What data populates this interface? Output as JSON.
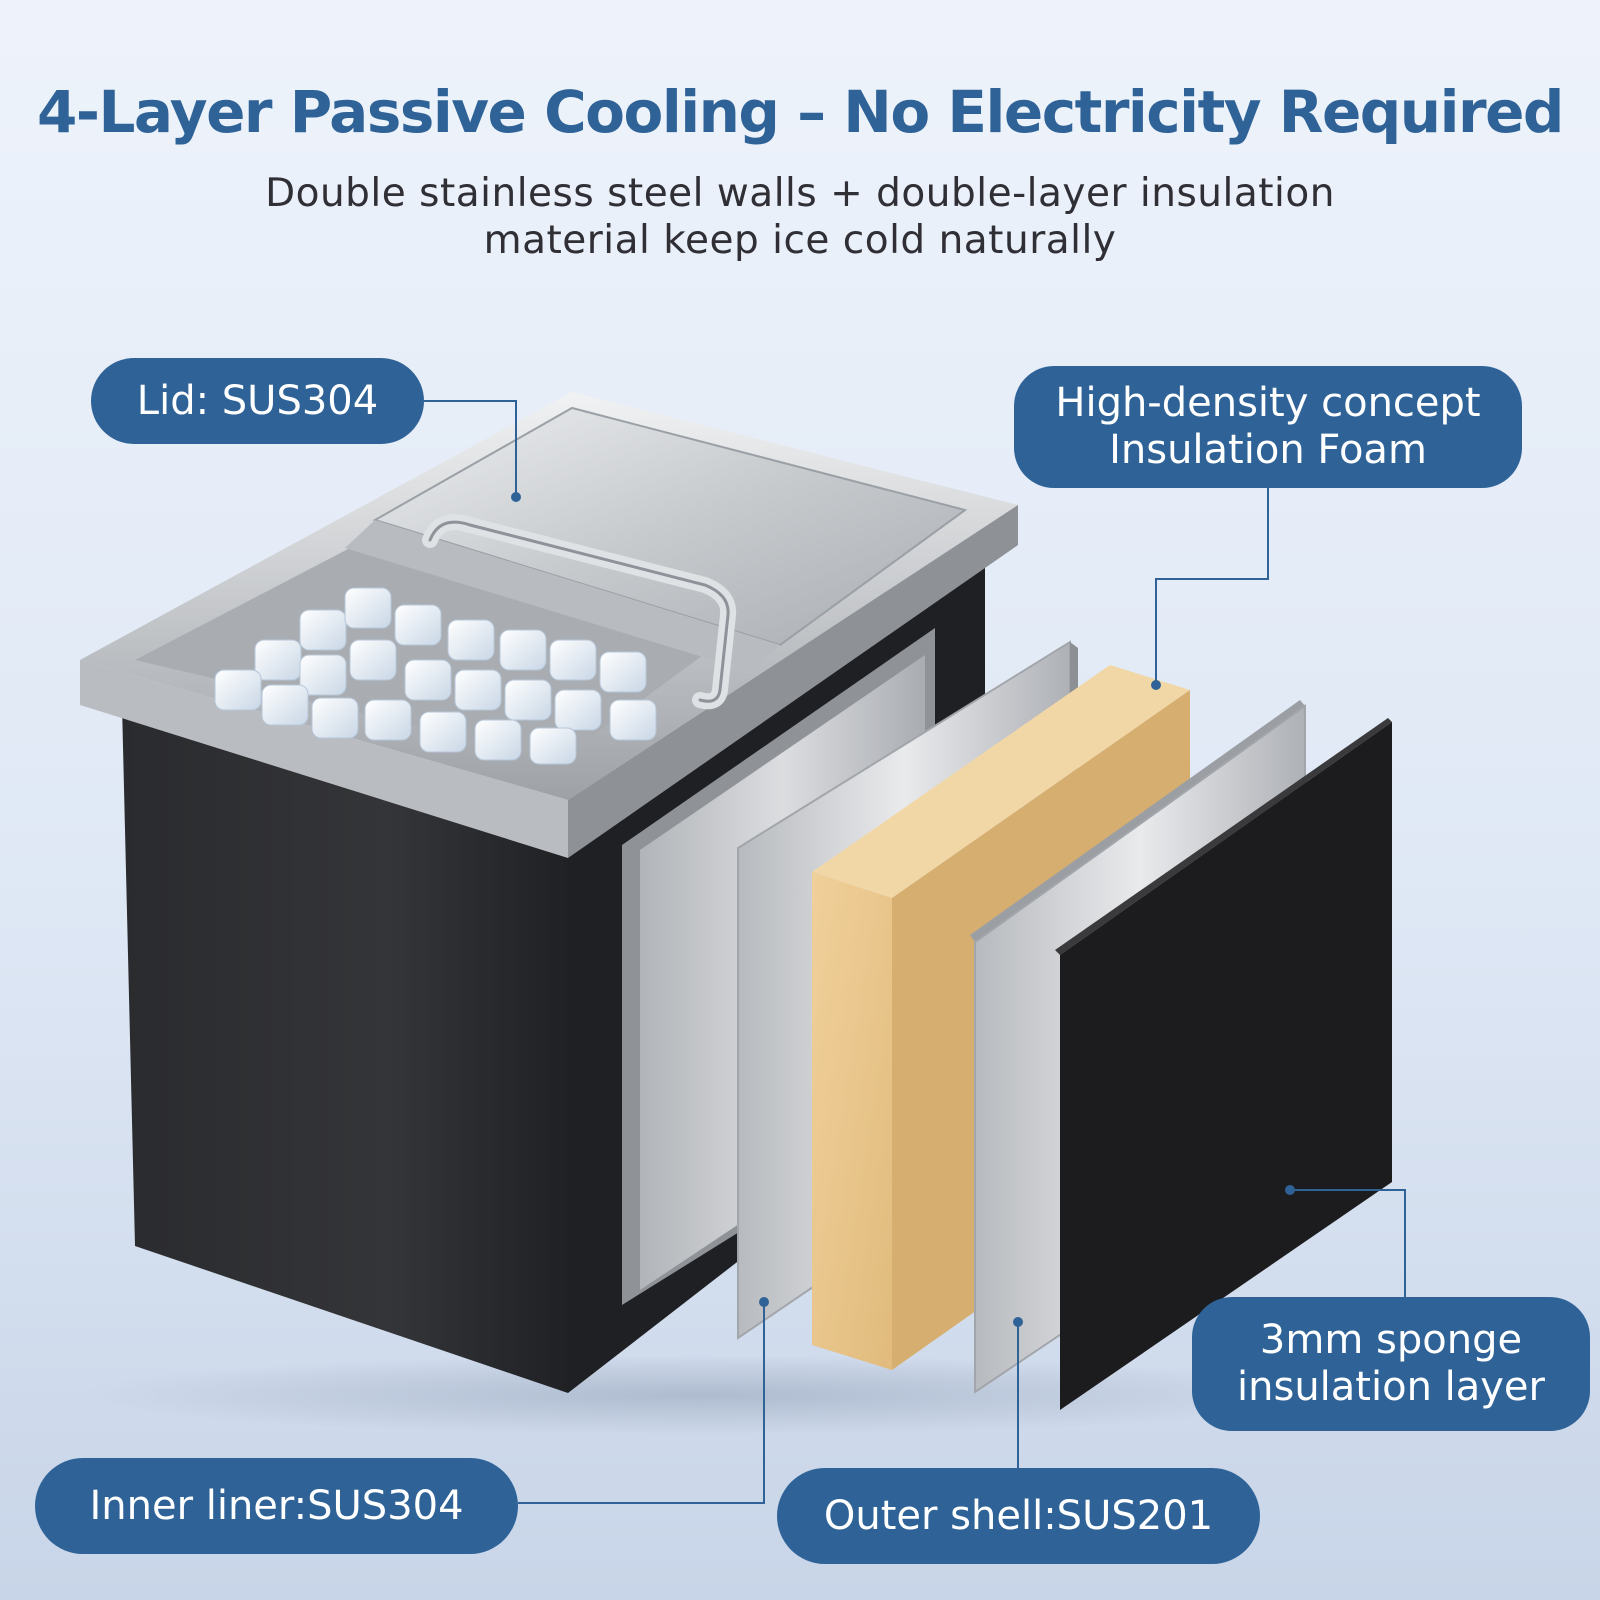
{
  "header": {
    "title": "4-Layer Passive Cooling – No Electricity Required",
    "subtitle_line1": "Double stainless steel walls + double-layer insulation",
    "subtitle_line2": "material keep ice cold naturally"
  },
  "callouts": {
    "lid": "Lid: SUS304",
    "foam_line1": "High-density concept",
    "foam_line2": "Insulation Foam",
    "sponge_line1": "3mm sponge",
    "sponge_line2": "insulation layer",
    "inner_liner": "Inner liner:SUS304",
    "outer_shell": "Outer shell:SUS201"
  },
  "colors": {
    "accent": "#2f6397",
    "background": "#e4ecf7",
    "foam": "#e8c488",
    "black_panel": "#1c1c1e",
    "steel": "#c9ccd0"
  }
}
